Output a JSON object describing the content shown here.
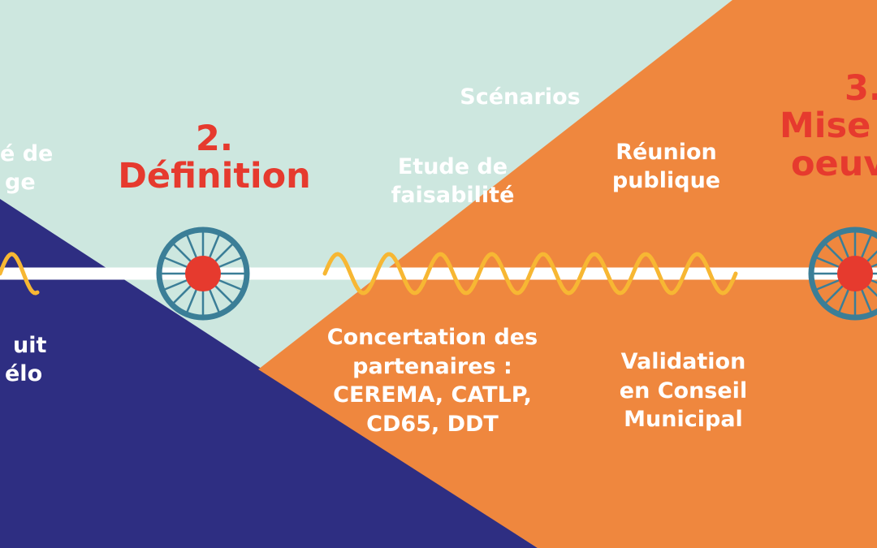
{
  "colors": {
    "mint": "#cde7df",
    "navy": "#2e2e82",
    "orange": "#ef873e",
    "red": "#e63a2e",
    "wave": "#f7b733",
    "wheel": "#3b7e97",
    "white": "#ffffff"
  },
  "stages": {
    "previous": {
      "line1": "é de",
      "line2": "ge"
    },
    "definition": {
      "number": "2.",
      "name": "Définition"
    },
    "implementation": {
      "number": "3.",
      "line1": "Mise",
      "line2": "oeuv"
    }
  },
  "notes": {
    "left_bottom": {
      "line1": "uit",
      "line2": "élo"
    },
    "scenarios": "Scénarios",
    "feasibility": {
      "line1": "Etude de",
      "line2": "faisabilité"
    },
    "public_meeting": {
      "line1": "Réunion",
      "line2": "publique"
    },
    "partners": {
      "line1": "Concertation des",
      "line2": "partenaires :",
      "line3": "CEREMA, CATLP,",
      "line4": "CD65, DDT"
    },
    "validation": {
      "line1": "Validation",
      "line2": "en Conseil",
      "line3": "Municipal"
    }
  },
  "icons": {
    "wheel_1": "bicycle-wheel-icon",
    "wheel_2": "bicycle-wheel-icon"
  }
}
